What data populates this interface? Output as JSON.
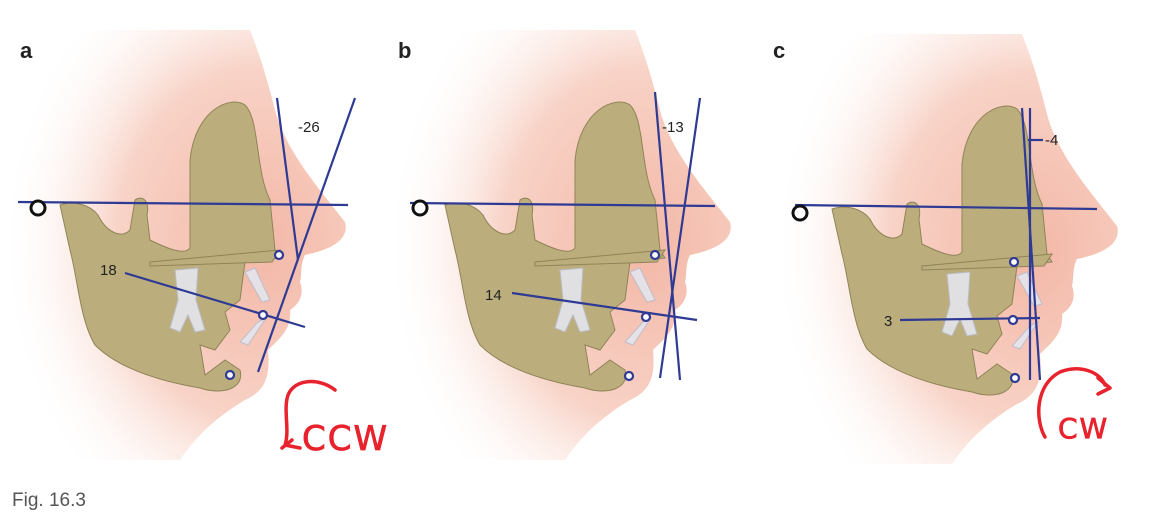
{
  "figure": {
    "caption": "Fig. 16.3",
    "panels": [
      {
        "letter": "a",
        "angle_label": "-26",
        "plane_label": "18",
        "annotation": "CCW"
      },
      {
        "letter": "b",
        "angle_label": "-13",
        "plane_label": "14"
      },
      {
        "letter": "c",
        "angle_label": "-4",
        "plane_label": "3",
        "annotation": "CW"
      }
    ],
    "colors": {
      "reference_lines": "#2e3a94",
      "handwriting": "#e8232d",
      "bone": "#bcae7c",
      "skin": "#f4c3b4"
    }
  }
}
